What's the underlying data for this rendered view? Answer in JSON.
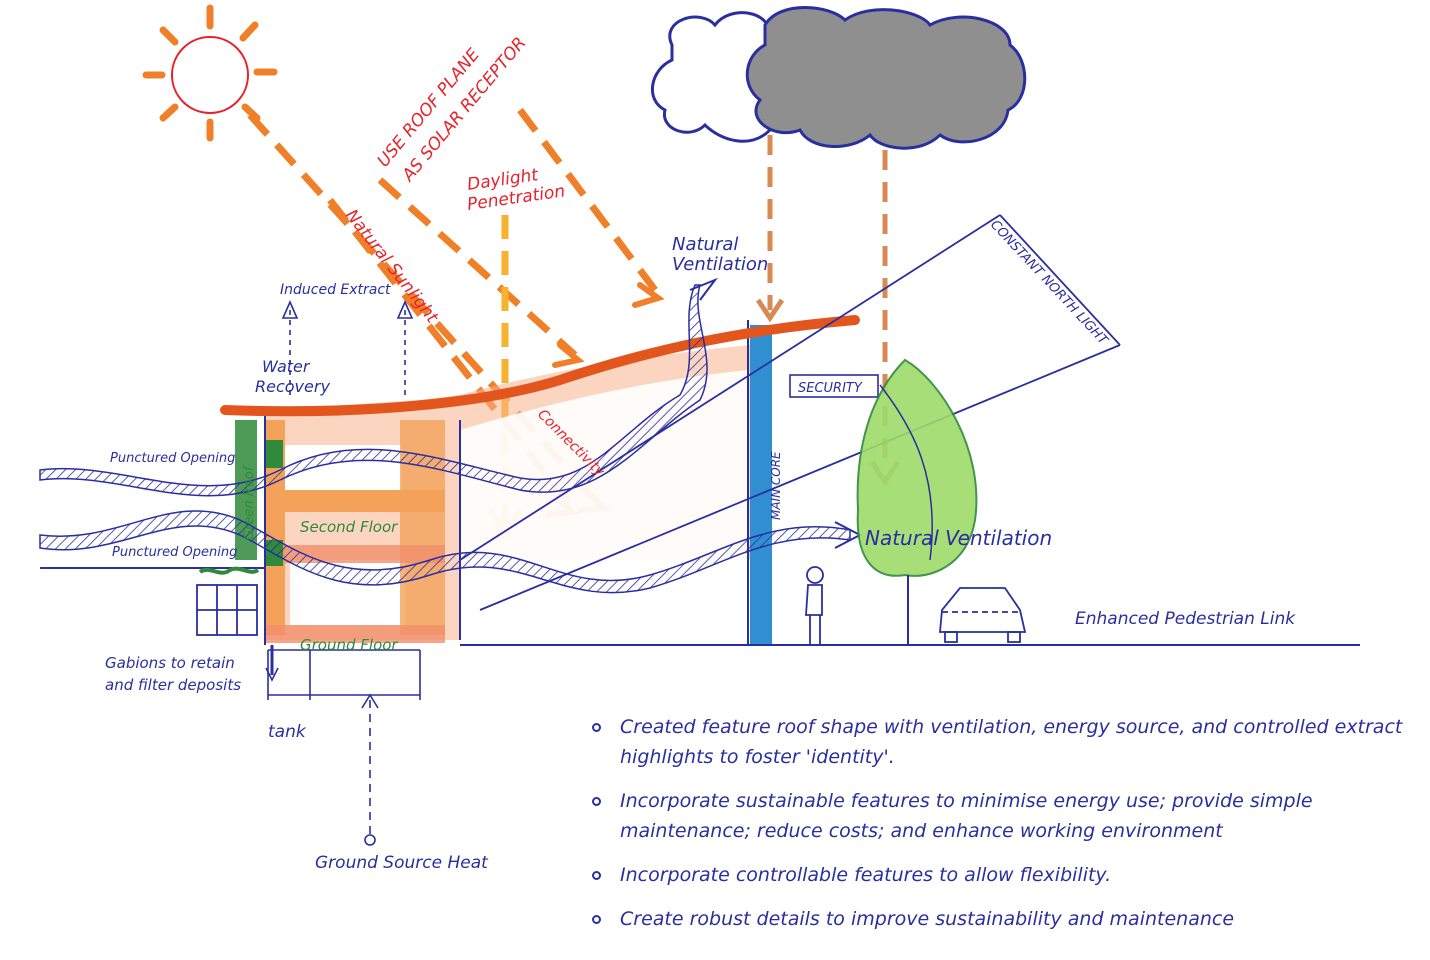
{
  "colors": {
    "ink_blue": "#2a2fa0",
    "red_text": "#e8222b",
    "orange_arrow": "#f07f2a",
    "roof": "#e2561e",
    "wall_peach": "#f8b38d",
    "floor_orange": "#f4a25a",
    "cloud_grey": "#8f8f8f",
    "tree_green": "#9edb6a",
    "pillar_blue": "#2f8fd1",
    "moss_green": "#2f8a3a"
  },
  "labels": {
    "roof_plane": [
      "USE ROOF PLANE",
      "AS SOLAR RECEPTOR"
    ],
    "daylight": [
      "Daylight",
      "Penetration"
    ],
    "natural_sunlight": "Natural Sunlight",
    "connectivity": "Connectivity",
    "natural_ventilation_top": [
      "Natural",
      "Ventilation"
    ],
    "induced_extract": "Induced Extract",
    "water_recovery": [
      "Water",
      "Recovery"
    ],
    "punctured_opening_1": "Punctured Opening",
    "punctured_opening_2": "Punctured Opening",
    "green_roof": "Green Roof",
    "first_floor": "Second Floor",
    "ground_floor": "Ground Floor",
    "gabions": [
      "Gabions to retain",
      "and filter deposits"
    ],
    "tank": "tank",
    "ground_source_heat": "Ground Source Heat",
    "security": "SECURITY",
    "main_core": "MAIN CORE",
    "natural_ventilation_main": "Natural Ventilation",
    "constant_north_light": "CONSTANT NORTH LIGHT",
    "pedestrian_link": "Enhanced Pedestrian Link"
  },
  "notes": [
    "Created feature roof shape with ventilation, energy source, and controlled extract highlights to foster 'identity'.",
    "Incorporate sustainable features to minimise energy use; provide simple maintenance; reduce costs; and enhance working environment",
    "Incorporate controllable features to allow flexibility.",
    "Create robust details to improve sustainability and maintenance"
  ]
}
